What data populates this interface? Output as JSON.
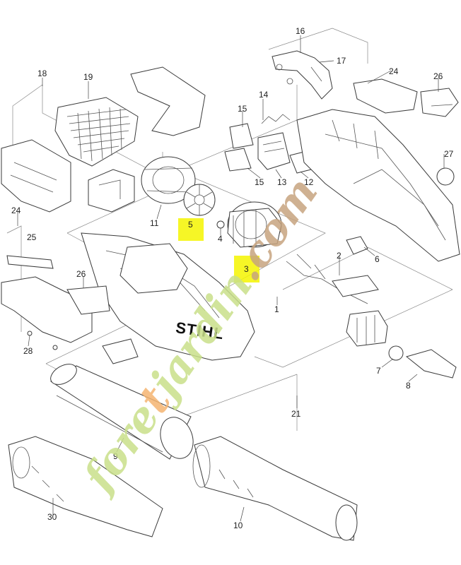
{
  "diagram": {
    "brand_label": "STIHL",
    "watermark": {
      "text_green_1": "fore",
      "text_orange": "t",
      "text_green_2": "jardin",
      "text_brown": ".com",
      "colors": {
        "green": "#c9e08a",
        "orange": "#f5b571",
        "brown": "#c7a47f"
      }
    },
    "highlight_color": "#f4f400",
    "callouts": {
      "n1": "1",
      "n2": "2",
      "n3": "3",
      "n4": "4",
      "n5": "5",
      "n6": "6",
      "n7": "7",
      "n8": "8",
      "n9": "9",
      "n10": "10",
      "n11": "11",
      "n12": "12",
      "n13": "13",
      "n14": "14",
      "n15a": "15",
      "n15b": "15",
      "n16": "16",
      "n17": "17",
      "n18": "18",
      "n19": "19",
      "n21": "21",
      "n24a": "24",
      "n24b": "24",
      "n25": "25",
      "n26a": "26",
      "n26b": "26",
      "n27": "27",
      "n28": "28",
      "n30": "30"
    }
  }
}
